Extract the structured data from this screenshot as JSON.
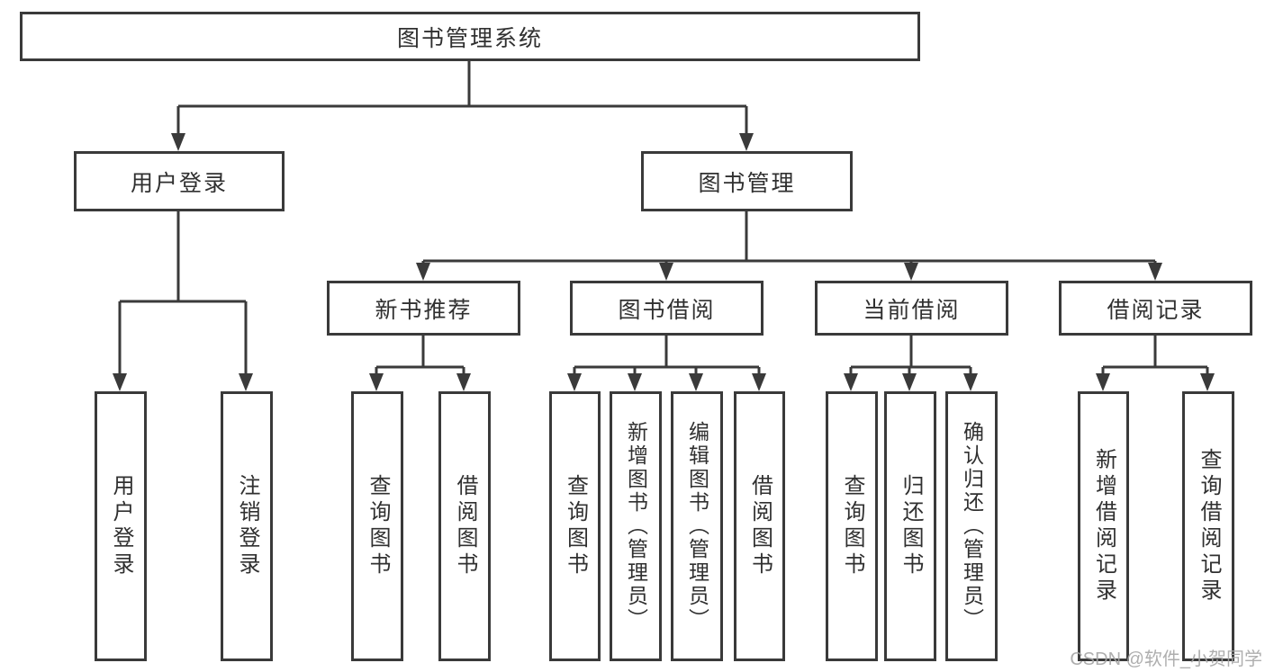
{
  "nodes": {
    "root": "图书管理系统",
    "user_login": "用户登录",
    "book_mgmt": "图书管理",
    "new_book_rec": "新书推荐",
    "book_borrow": "图书借阅",
    "current_borrow": "当前借阅",
    "borrow_record": "借阅记录",
    "leaf_user_login": "用户登录",
    "leaf_logout": "注销登录",
    "leaf_query_books_rec": "查询图书",
    "leaf_borrow_books_rec": "借阅图书",
    "leaf_query_books_borrow": "查询图书",
    "leaf_add_books_admin": "新增图书（管理员）",
    "leaf_edit_books_admin": "编辑图书（管理员）",
    "leaf_borrow_books_borrow": "借阅图书",
    "leaf_query_books_current": "查询图书",
    "leaf_return_books": "归还图书",
    "leaf_confirm_return_admin": "确认归还（管理员）",
    "leaf_add_borrow_record": "新增借阅记录",
    "leaf_query_borrow_record": "查询借阅记录"
  },
  "watermark": "CSDN @软件_小贺同学",
  "colors": {
    "line": "#3a3a3a",
    "text": "#303030",
    "background": "#ffffff",
    "watermark": "#a6a6a6"
  }
}
